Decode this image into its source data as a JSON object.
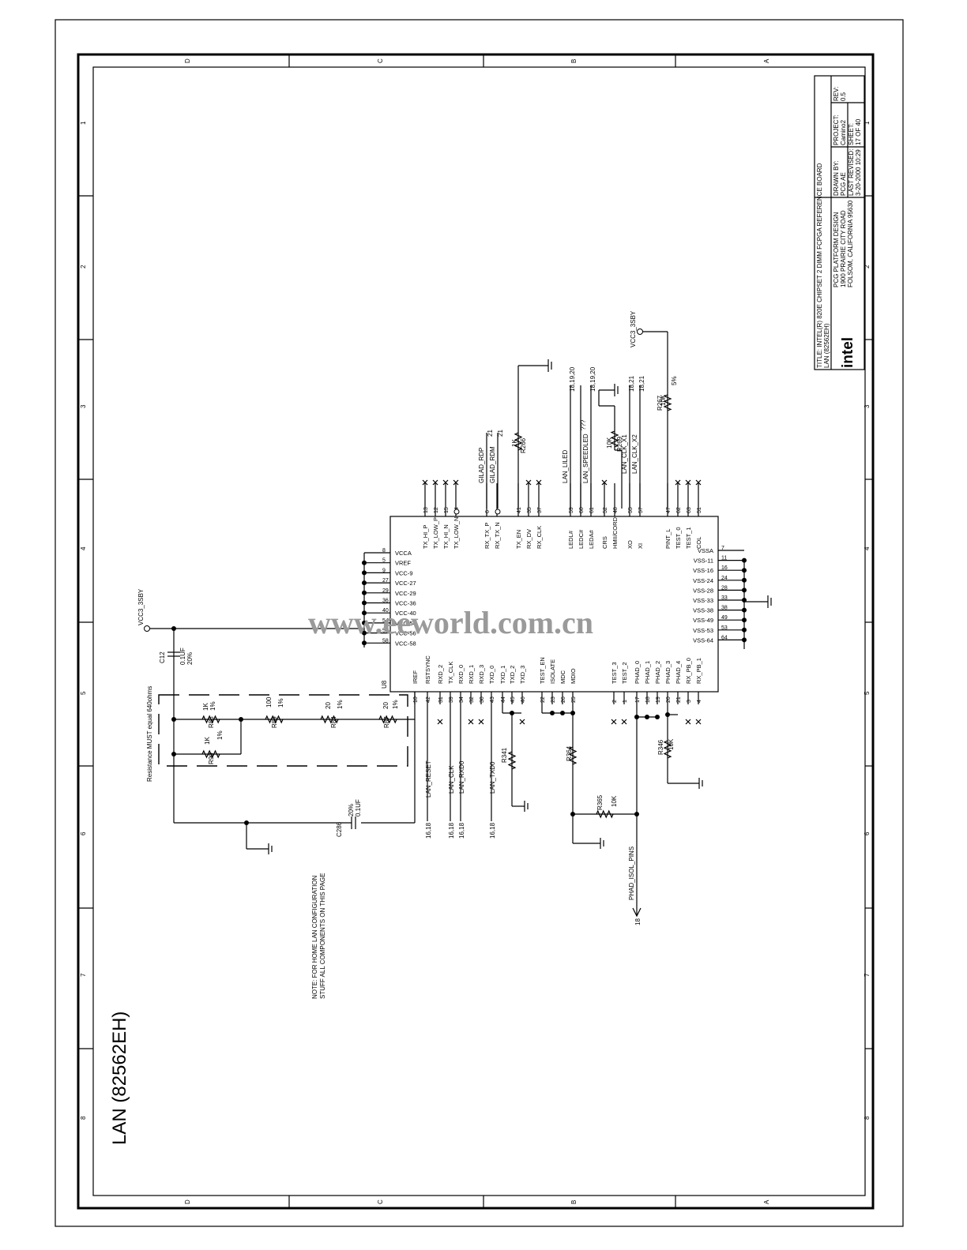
{
  "sheet": {
    "title_lines": [
      "TITLE: INTEL(R) 820E CHIPSET 2 DIMM FCPGA REFERENCE BOARD",
      "LAN (82562EH)"
    ],
    "company": [
      "PCG PLATFORM DESIGN",
      "1900 PRAIRIE CITY ROAD",
      "FOLSOM, CALIFORNIA 95630"
    ],
    "logo": "intel",
    "drawn_by_label": "DRAWN BY:",
    "drawn_by": "PCG AE",
    "last_revised_label": "LAST REVISED:",
    "last_revised": "3-20-2000 10:29",
    "project_label": "PROJECT:",
    "project": "Camino2",
    "sheet_label": "SHEET:",
    "sheet_value": "17 OF 40",
    "rev_label": "REV:",
    "rev": "0.5",
    "page_heading": "LAN (82562EH)"
  },
  "border": {
    "zones_letters": [
      "D",
      "C",
      "B",
      "A"
    ],
    "zones_numbers": [
      "1",
      "2",
      "3",
      "4",
      "5",
      "6",
      "7",
      "8"
    ]
  },
  "watermark": "www.eeworld.com.cn",
  "note": [
    "NOTE: FOR HOME LAN CONFIGURATION",
    "STUFF ALL COMPONENTS ON THIS PAGE"
  ],
  "resistance_note": "Resistance MUST equal 640ohms",
  "power": {
    "vcc_left": "VCC3_3SBY",
    "vcc_right": "VCC3_3SBY"
  },
  "chip": {
    "ref": "U8",
    "left_pins": [
      "VCCA",
      "VREF",
      "VCC-9",
      "VCC-27",
      "VCC-29",
      "VCC-36",
      "VCC-40",
      "VCC-54",
      "VCC-56",
      "VCC-58"
    ],
    "left_nums": [
      "8",
      "5",
      "9",
      "27",
      "29",
      "36",
      "40",
      "54",
      "56",
      "58"
    ],
    "right_pins": [
      "VSSA",
      "VSS-11",
      "VSS-16",
      "VSS-24",
      "VSS-28",
      "VSS-33",
      "VSS-38",
      "VSS-49",
      "VSS-53",
      "VSS-64"
    ],
    "right_nums": [
      "7",
      "11",
      "16",
      "24",
      "28",
      "33",
      "38",
      "49",
      "53",
      "64"
    ],
    "top_pins": [
      "TX_HI_P",
      "TX_LOW_P",
      "TX_HI_N",
      "TX_LOW_N",
      "RX_TX_P",
      "RX_TX_N",
      "TX_EN",
      "RX_DV",
      "RX_CLK",
      "LEDL#",
      "LEDC#",
      "LEDA#",
      "CRS",
      "HMII/CORD",
      "XO",
      "XI",
      "PINT_L",
      "TEST_0",
      "TEST_1",
      "COL"
    ],
    "top_nums": [
      "13",
      "12",
      "15",
      "14",
      "6",
      "7",
      "41",
      "35",
      "37",
      "59",
      "60",
      "61",
      "52",
      "48",
      "55",
      "57",
      "47",
      "62",
      "63",
      "51"
    ],
    "bottom_pins": [
      "IREF",
      "RSTSYNC",
      "RXD_2",
      "TX_CLK",
      "RXD_0",
      "RXD_1",
      "RXD_3",
      "TXD_0",
      "TXD_1",
      "TXD_2",
      "TXD_3",
      "TEST_EN",
      "ISOLATE",
      "MDC",
      "MDIO",
      "TEST_3",
      "TEST_2",
      "PHAD_0",
      "PHAD_1",
      "PHAD_2",
      "PHAD_3",
      "PHAD_4",
      "RX_PB_0",
      "RX_PB_1"
    ],
    "bottom_nums": [
      "10",
      "42",
      "31",
      "39",
      "34",
      "32",
      "30",
      "43",
      "44",
      "45",
      "46",
      "22",
      "23",
      "26",
      "25",
      "2",
      "1",
      "17",
      "18",
      "19",
      "20",
      "21",
      "3",
      "4"
    ]
  },
  "nets": {
    "gilad_rdp": "GILAD_RDP",
    "gilad_rdm": "GILAD_RDM",
    "gilad_ref": "21",
    "lan_liled": "LAN_LILED",
    "lan_speedled": "LAN_SPEEDLED",
    "led_ref": "18,19,20",
    "qqq": "???",
    "lan_clk_x1": "LAN_CLK_X1",
    "lan_clk_x2": "LAN_CLK_X2",
    "clk_ref": "18,21",
    "lan_reset": "LAN_RESET",
    "lan_clk": "LAN_CLK",
    "lan_rxd0": "LAN_RXD0",
    "lan_txd0": "LAN_TXD0",
    "lan_ref": "16,18",
    "phad_isol": "PHAD_ISOL_PINS",
    "phad_ref": "18"
  },
  "parts": {
    "r266": {
      "ref": "R266",
      "val": "1K"
    },
    "r267": {
      "ref": "R267",
      "val": "10K",
      "tol": "5%"
    },
    "r269": {
      "ref": "R269",
      "val": "10K"
    },
    "r88": {
      "ref": "R88",
      "val": "1K",
      "tol": "1%"
    },
    "r89": {
      "ref": "R89",
      "val": "100",
      "tol": "1%"
    },
    "r84": {
      "ref": "R84",
      "val": "20",
      "tol": "1%"
    },
    "r87": {
      "ref": "R87",
      "val": "20",
      "tol": "1%"
    },
    "r90": {
      "ref": "R90",
      "val": "1K",
      "tol": "1%"
    },
    "r341": {
      "ref": "R341"
    },
    "r364": {
      "ref": "R364"
    },
    "r365": {
      "ref": "R365",
      "val": "10K"
    },
    "r346": {
      "ref": "R346",
      "val": "10K"
    },
    "c12": {
      "ref": "C12",
      "val": "0.1UF",
      "tol": "20%"
    },
    "c286": {
      "ref": "C286",
      "val": "0.1UF",
      "tol": "20%"
    }
  }
}
